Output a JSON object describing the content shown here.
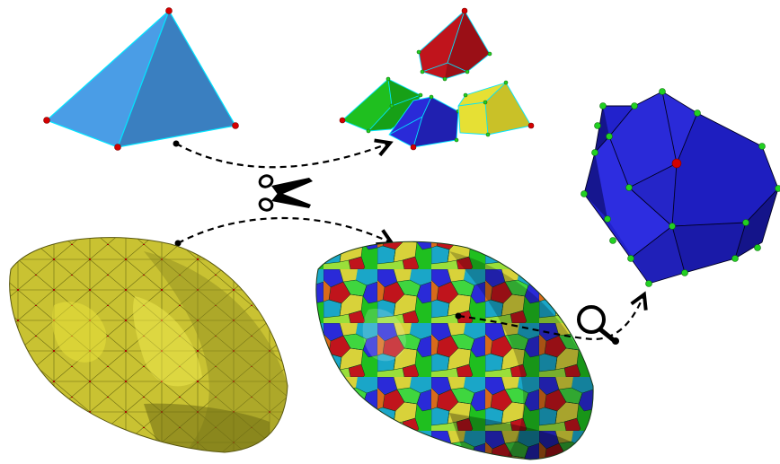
{
  "figure": {
    "steps": [
      {
        "name": "tetrahedron"
      },
      {
        "name": "decomposed-cells"
      },
      {
        "name": "input-surface-mesh"
      },
      {
        "name": "voronoi-colored-mesh"
      },
      {
        "name": "zoomed-polyhedral-cell"
      }
    ],
    "icons": [
      "scissors-icon",
      "magnifier-icon"
    ],
    "colors": {
      "tetra_light": "#4a9de6",
      "tetra_dark": "#3a7fc0",
      "edge_cyan": "#00e5ff",
      "vertex_red": "#d40000",
      "vertex_green": "#22d022",
      "cell_red": "#c0141c",
      "cell_green": "#1fbf1f",
      "cell_blue": "#2a2ad8",
      "cell_yellow": "#d8d23a",
      "mesh_yellow": "#c9c232",
      "polyhedron_blue": "#2222cc"
    }
  }
}
